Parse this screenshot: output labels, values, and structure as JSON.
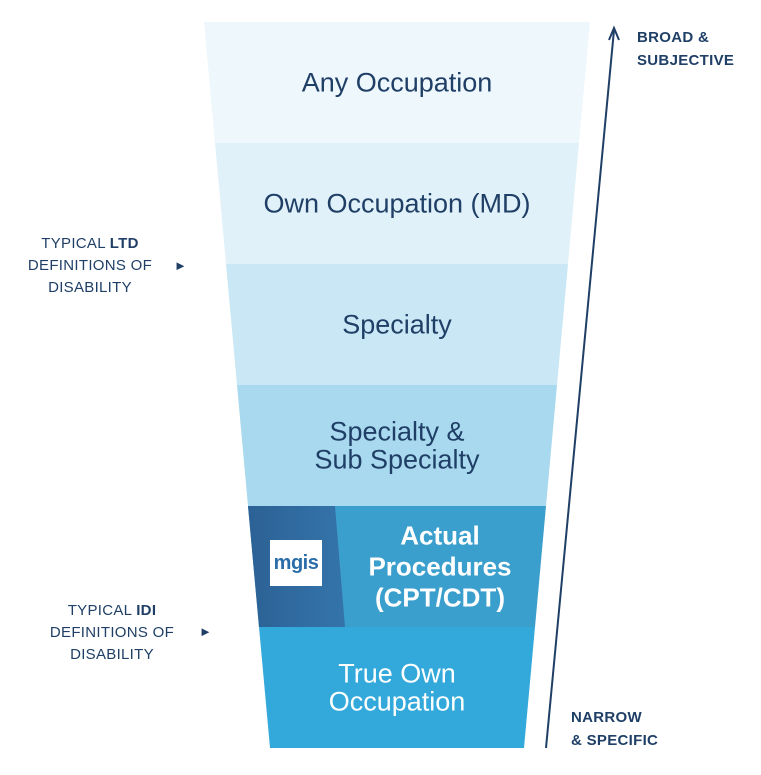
{
  "tiers": [
    {
      "lines": [
        "Any Occupation"
      ],
      "color": "#eef7fb"
    },
    {
      "lines": [
        "Own Occupation (MD)"
      ],
      "color": "#e1f1f9"
    },
    {
      "lines": [
        "Specialty"
      ],
      "color": "#c9e7f4"
    },
    {
      "lines": [
        "Specialty &",
        "Sub Specialty"
      ],
      "color": "#a9d9ee"
    },
    {
      "lines": [
        "Actual",
        "Procedures",
        "(CPT/CDT)"
      ],
      "color": "#3a9fcd",
      "dark_panel_color": "#2a5f93"
    },
    {
      "lines": [
        "True Own",
        "Occupation"
      ],
      "color": "#33a9db"
    }
  ],
  "logo": {
    "text": "mgis"
  },
  "ltd_label": {
    "prefix": "TYPICAL ",
    "bold": "LTD",
    "line2": "DEFINITIONS OF",
    "line3": "DISABILITY"
  },
  "idi_label": {
    "prefix": "TYPICAL ",
    "bold": "IDI",
    "line2": "DEFINITIONS OF",
    "line3": "DISABILITY"
  },
  "arrow_glyph": "►",
  "scale": {
    "top_line1": "BROAD &",
    "top_line2": "SUBJECTIVE",
    "bottom_line1": "NARROW",
    "bottom_line2": "& SPECIFIC"
  },
  "colors": {
    "text": "#1f3f66",
    "arrow": "#1f3f66"
  }
}
